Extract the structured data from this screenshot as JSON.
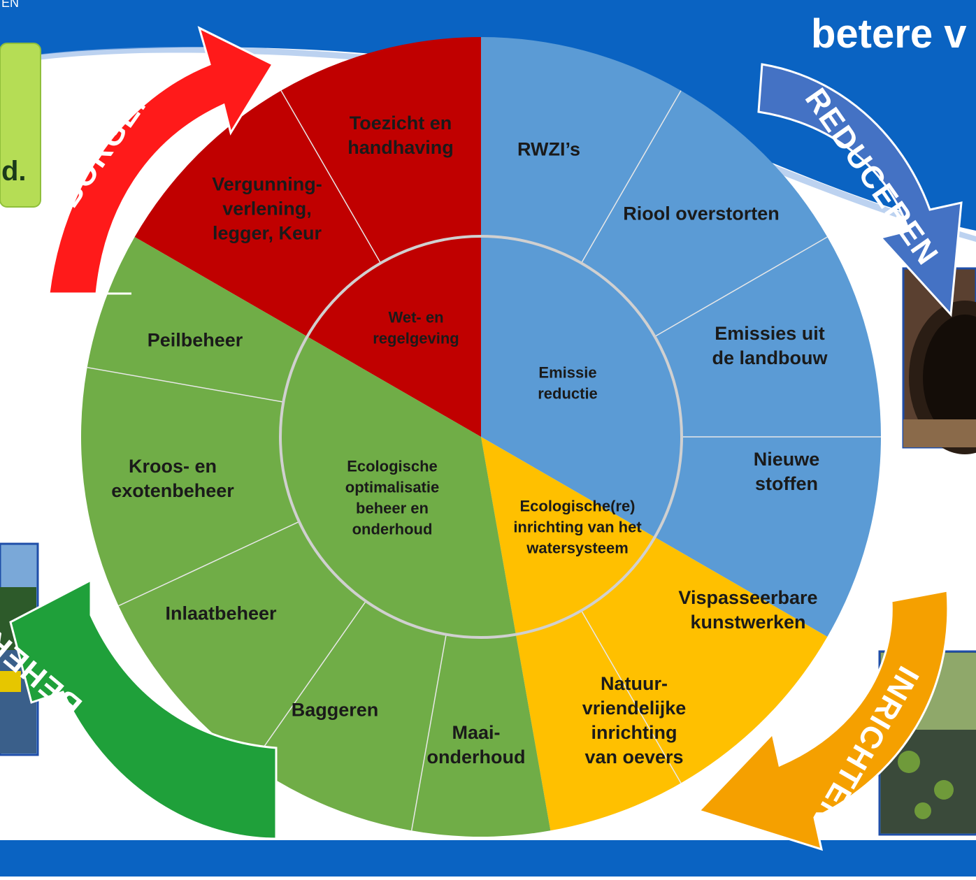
{
  "header": {
    "title_fragment": "betere v",
    "corner_text": "EN"
  },
  "side_fragment": {
    "text": "d."
  },
  "colors": {
    "band_blue": "#0a63c2",
    "red": "#c00000",
    "blue": "#5b9bd5",
    "green": "#70ad47",
    "yellow": "#ffc000",
    "arrow_red": "#ff1a1a",
    "arrow_blue": "#4472c4",
    "arrow_orange": "#f5a000",
    "arrow_green": "#1fa03a"
  },
  "quadrants": [
    {
      "id": "red",
      "core": [
        "Wet- en",
        "regelgeving"
      ],
      "segments": [
        [
          "Toezicht en",
          "handhaving"
        ],
        [
          "Vergunning-",
          "verlening,",
          "legger, Keur"
        ]
      ]
    },
    {
      "id": "blue",
      "core": [
        "Emissie",
        "reductie"
      ],
      "segments": [
        [
          "RWZI’s"
        ],
        [
          "Riool overstorten"
        ],
        [
          "Emissies uit",
          "de landbouw"
        ],
        [
          "Nieuwe",
          "stoffen"
        ]
      ]
    },
    {
      "id": "yellow",
      "core": [
        "Ecologische(re)",
        "inrichting van het",
        "watersysteem"
      ],
      "segments": [
        [
          "Vispasseerbare",
          "kunstwerken"
        ],
        [
          "Natuur-",
          "vriendelijke",
          "inrichting",
          "van  oevers"
        ]
      ]
    },
    {
      "id": "green",
      "core": [
        "Ecologische",
        "optimalisatie",
        "beheer en",
        "onderhoud"
      ],
      "segments": [
        [
          "Peilbeheer"
        ],
        [
          "Kroos- en",
          "exotenbeheer"
        ],
        [
          "Inlaatbeheer"
        ],
        [
          "Baggeren"
        ],
        [
          "Maai-",
          "onderhoud"
        ]
      ]
    }
  ],
  "arrows": [
    {
      "id": "borgen",
      "label": "BORGEN"
    },
    {
      "id": "reduceren",
      "label": "REDUCEREN"
    },
    {
      "id": "inrichten",
      "label": "INRICHTEN"
    },
    {
      "id": "beheren",
      "label": "BEHEREN"
    }
  ],
  "photos": [
    {
      "id": "pipe-photo",
      "icon": "pipe-outfall-photo"
    },
    {
      "id": "lilypad-photo",
      "icon": "waterplants-photo"
    },
    {
      "id": "river-photo",
      "icon": "river-boat-photo"
    }
  ]
}
